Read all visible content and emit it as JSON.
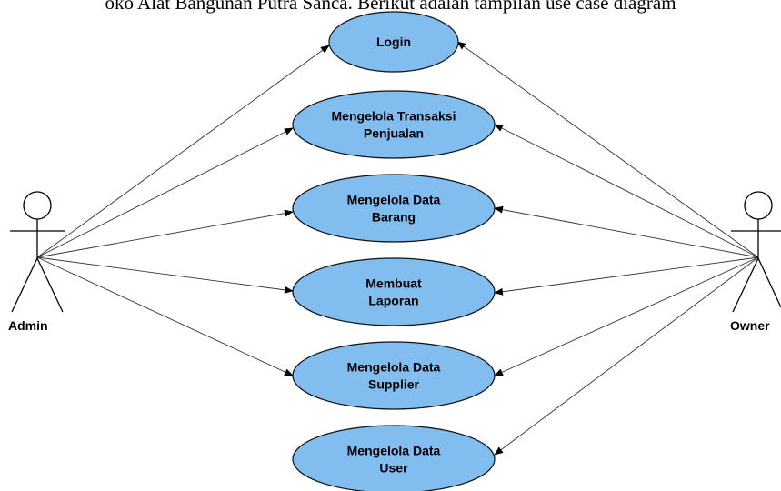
{
  "caption": "oko Alat Bangunan Putra Sanca. Berikut adalah tampilan use case diagram",
  "colors": {
    "usecase_fill": "#82bdf0",
    "usecase_stroke": "#111111",
    "line": "#333333",
    "actor": "#000000"
  },
  "actors": {
    "admin": {
      "label": "Admin"
    },
    "owner": {
      "label": "Owner"
    }
  },
  "use_cases": [
    {
      "lines": [
        "Login"
      ]
    },
    {
      "lines": [
        "Mengelola Transaksi",
        "Penjualan"
      ]
    },
    {
      "lines": [
        "Mengelola Data",
        "Barang"
      ]
    },
    {
      "lines": [
        "Membuat",
        "Laporan"
      ]
    },
    {
      "lines": [
        "Mengelola Data",
        "Supplier"
      ]
    },
    {
      "lines": [
        "Mengelola Data",
        "User"
      ]
    }
  ],
  "associations": [
    {
      "actor": "admin",
      "use_case": 0
    },
    {
      "actor": "admin",
      "use_case": 1
    },
    {
      "actor": "admin",
      "use_case": 2
    },
    {
      "actor": "admin",
      "use_case": 3
    },
    {
      "actor": "admin",
      "use_case": 4
    },
    {
      "actor": "owner",
      "use_case": 0
    },
    {
      "actor": "owner",
      "use_case": 1
    },
    {
      "actor": "owner",
      "use_case": 2
    },
    {
      "actor": "owner",
      "use_case": 3
    },
    {
      "actor": "owner",
      "use_case": 4
    },
    {
      "actor": "owner",
      "use_case": 5
    }
  ]
}
